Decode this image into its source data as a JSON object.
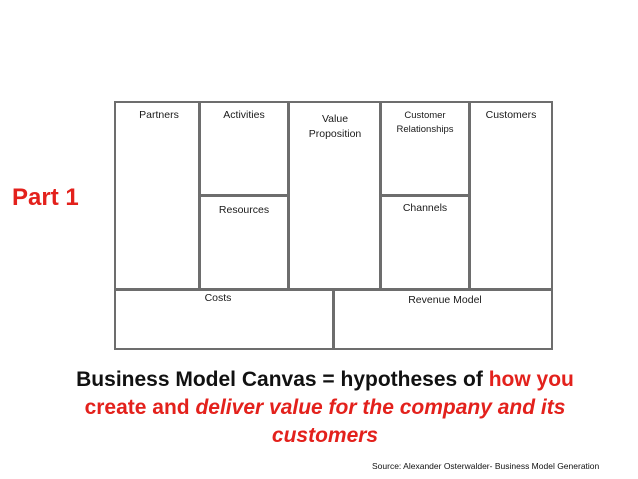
{
  "colors": {
    "accent": "#e3211c",
    "border": "#6d6d6d",
    "text": "#111111"
  },
  "canvas": {
    "partners": "Partners",
    "activities": "Activities",
    "resources": "Resources",
    "value_line1": "Value",
    "value_line2": "Proposition",
    "customer_rel_line1": "Customer",
    "customer_rel_line2": "Relationships",
    "channels": "Channels",
    "customers": "Customers",
    "costs": "Costs",
    "revenue": "Revenue Model"
  },
  "side_label": "Part 1",
  "caption": {
    "part1": "Business Model Canvas = hypotheses of ",
    "part2": "how you",
    "part3": "create and ",
    "part4": "deliver value for the company and its",
    "part5": "customers"
  },
  "source": "Source: Alexander Osterwalder- Business Model Generation"
}
